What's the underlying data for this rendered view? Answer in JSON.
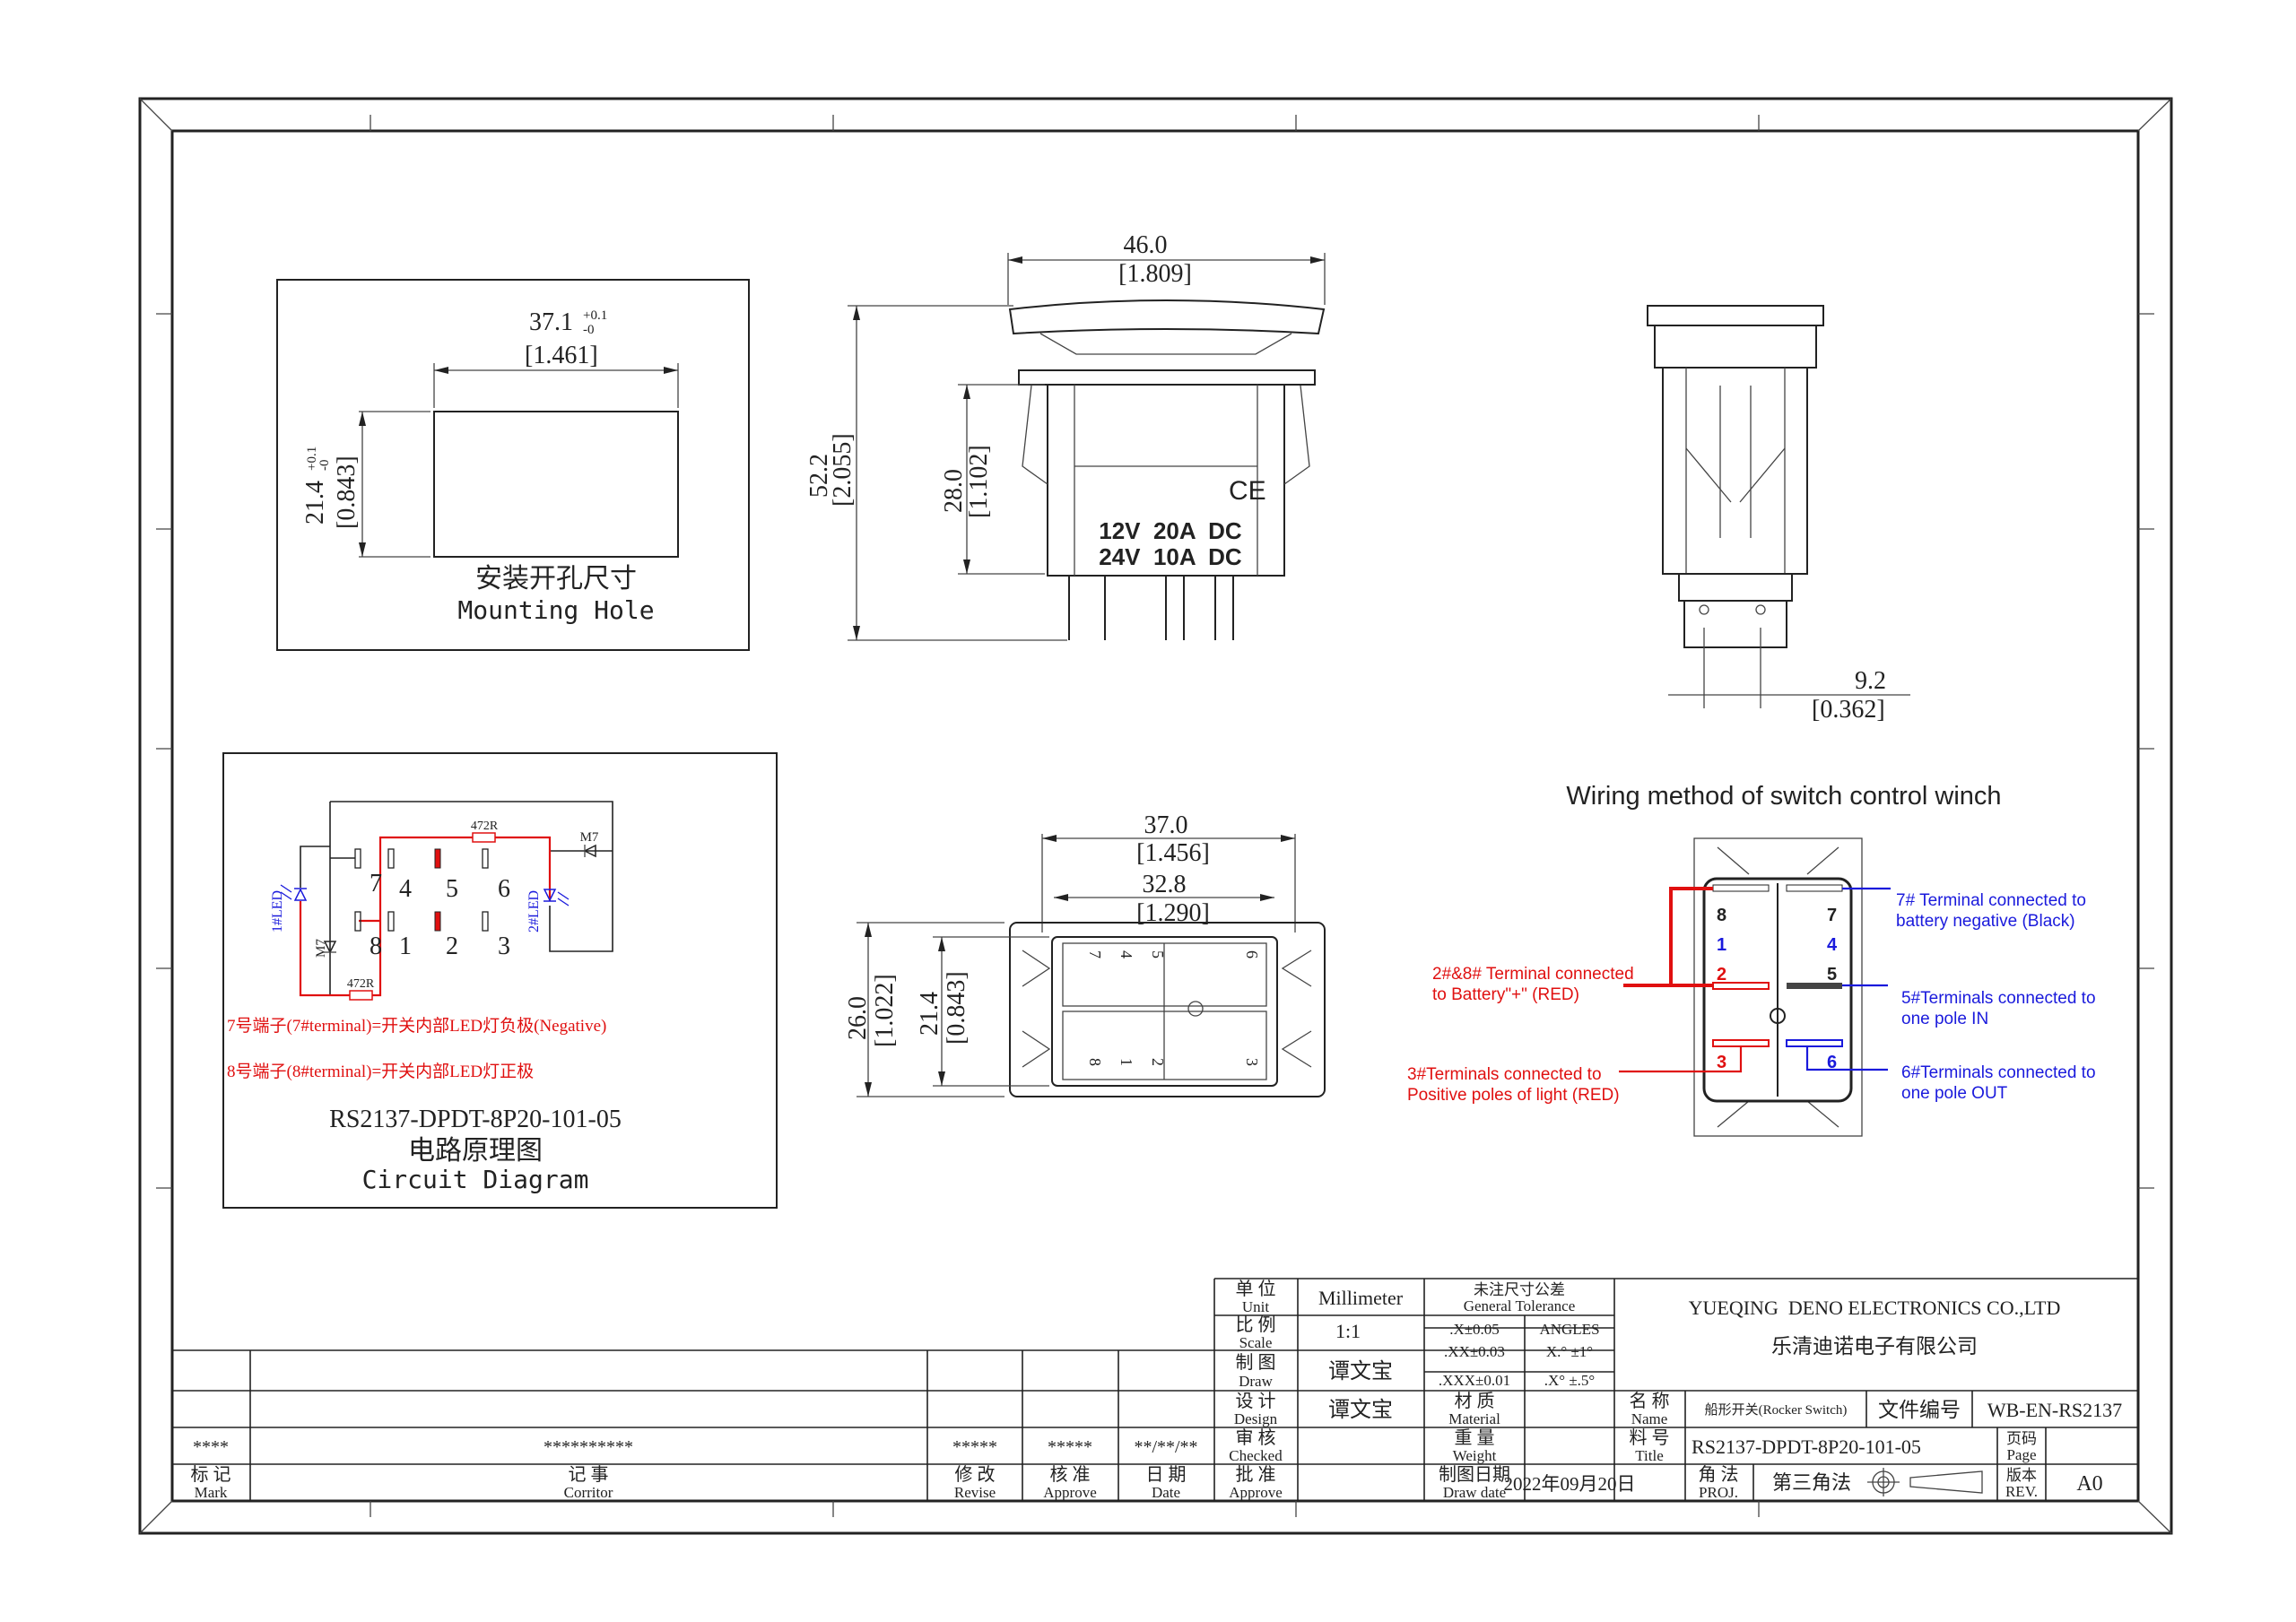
{
  "mounting_hole": {
    "width_dim": "37.1",
    "width_tol_plus": "+0.1",
    "width_tol_minus": "-0",
    "width_inch": "[1.461]",
    "height_dim": "21.4",
    "height_tol_plus": "+0.1",
    "height_tol_minus": "-0",
    "height_inch": "[0.843]",
    "title_cn": "安装开孔尺寸",
    "title_en": "Mounting Hole"
  },
  "front_view": {
    "width_dim": "46.0",
    "width_inch": "[1.809]",
    "height_dim": "52.2",
    "height_inch": "[2.055]",
    "body_dim": "28.0",
    "body_inch": "[1.102]",
    "ce_mark": "CE",
    "rating_1": "12V  20A  DC",
    "rating_2": "24V  10A  DC"
  },
  "side_view": {
    "pin_dim": "9.2",
    "pin_inch": "[0.362]"
  },
  "bottom_view": {
    "outer_width_dim": "37.0",
    "outer_width_inch": "[1.456]",
    "inner_width_dim": "32.8",
    "inner_width_inch": "[1.290]",
    "outer_height_dim": "26.0",
    "outer_height_inch": "[1.022]",
    "inner_height_dim": "21.4",
    "inner_height_inch": "[0.843]",
    "terminals": [
      "7",
      "4",
      "5",
      "6",
      "8",
      "1",
      "2",
      "3"
    ]
  },
  "circuit": {
    "resistor_label": "472R",
    "diode_label": "M7",
    "led1_label": "1#LED",
    "led2_label": "2#LED",
    "terminals_top": [
      "7",
      "4",
      "5",
      "6"
    ],
    "terminals_bottom": [
      "8",
      "1",
      "2",
      "3"
    ],
    "note_1": "7号端子(7#terminal)=开关内部LED灯负极(Negative)",
    "note_2": "8号端子(8#terminal)=开关内部LED灯正极",
    "part_number": "RS2137-DPDT-8P20-101-05",
    "title_cn": "电路原理图",
    "title_en": "Circuit Diagram",
    "colors": {
      "red": "#e01010",
      "blue": "#1a1adc"
    }
  },
  "wiring": {
    "title": "Wiring method of switch control winch",
    "terminals": {
      "t8": "8",
      "t7": "7",
      "t1": "1",
      "t4": "4",
      "t2": "2",
      "t5": "5",
      "t3": "3",
      "t6": "6"
    },
    "note_28_l1": "2#&8# Terminal connected",
    "note_28_l2": "to Battery\"+\" (RED)",
    "note_3_l1": "3#Terminals connected to",
    "note_3_l2": "Positive poles of light (RED)",
    "note_7_l1": "7# Terminal connected to",
    "note_7_l2": "battery negative (Black)",
    "note_5_l1": "5#Terminals connected to",
    "note_5_l2": "one pole IN",
    "note_6_l1": "6#Terminals connected to",
    "note_6_l2": "one pole OUT"
  },
  "revision_block": {
    "row_values": [
      "****",
      "**********",
      "*****",
      "*****",
      "**/**/**"
    ],
    "headers_cn": [
      "标 记",
      "记 事",
      "修 改",
      "核 准",
      "日 期"
    ],
    "headers_en": [
      "Mark",
      "Corritor",
      "Revise",
      "Approve",
      "Date"
    ]
  },
  "title_block": {
    "unit_cn": "单 位",
    "unit_en": "Unit",
    "unit_value": "Millimeter",
    "scale_cn": "比 例",
    "scale_en": "Scale",
    "scale_value": "1:1",
    "draw_cn": "制 图",
    "draw_en": "Draw",
    "draw_value": "谭文宝",
    "design_cn": "设 计",
    "design_en": "Design",
    "design_value": "谭文宝",
    "checked_cn": "审 核",
    "checked_en": "Checked",
    "approve_cn": "批 准",
    "approve_en": "Approve",
    "tolerance_cn": "未注尺寸公差",
    "tolerance_en": "General Tolerance",
    "tol_x": ".X±0.05",
    "tol_angles": "ANGLES",
    "tol_xx": ".XX±0.03",
    "tol_angle_1": "X.° ±1°",
    "tol_xxx": ".XXX±0.01",
    "tol_angle_2": ".X° ±.5°",
    "material_cn": "材 质",
    "material_en": "Material",
    "weight_cn": "重 量",
    "weight_en": "Weight",
    "draw_date_cn": "制图日期",
    "draw_date_en": "Draw date",
    "draw_date_value": "2022年09月20日",
    "company_en": "YUEQING  DENO ELECTRONICS CO.,LTD",
    "company_cn": "乐清迪诺电子有限公司",
    "name_cn": "名 称",
    "name_en": "Name",
    "name_value": "船形开关(Rocker Switch)",
    "doc_no_label": "文件编号",
    "doc_no_value": "WB-EN-RS2137",
    "title_cn": "料 号",
    "title_en": "Title",
    "title_value": "RS2137-DPDT-8P20-101-05",
    "page_cn": "页码",
    "page_en": "Page",
    "proj_cn": "角 法",
    "proj_en": "PROJ.",
    "proj_value": "第三角法",
    "rev_cn": "版本",
    "rev_en": "REV.",
    "rev_value": "A0"
  }
}
